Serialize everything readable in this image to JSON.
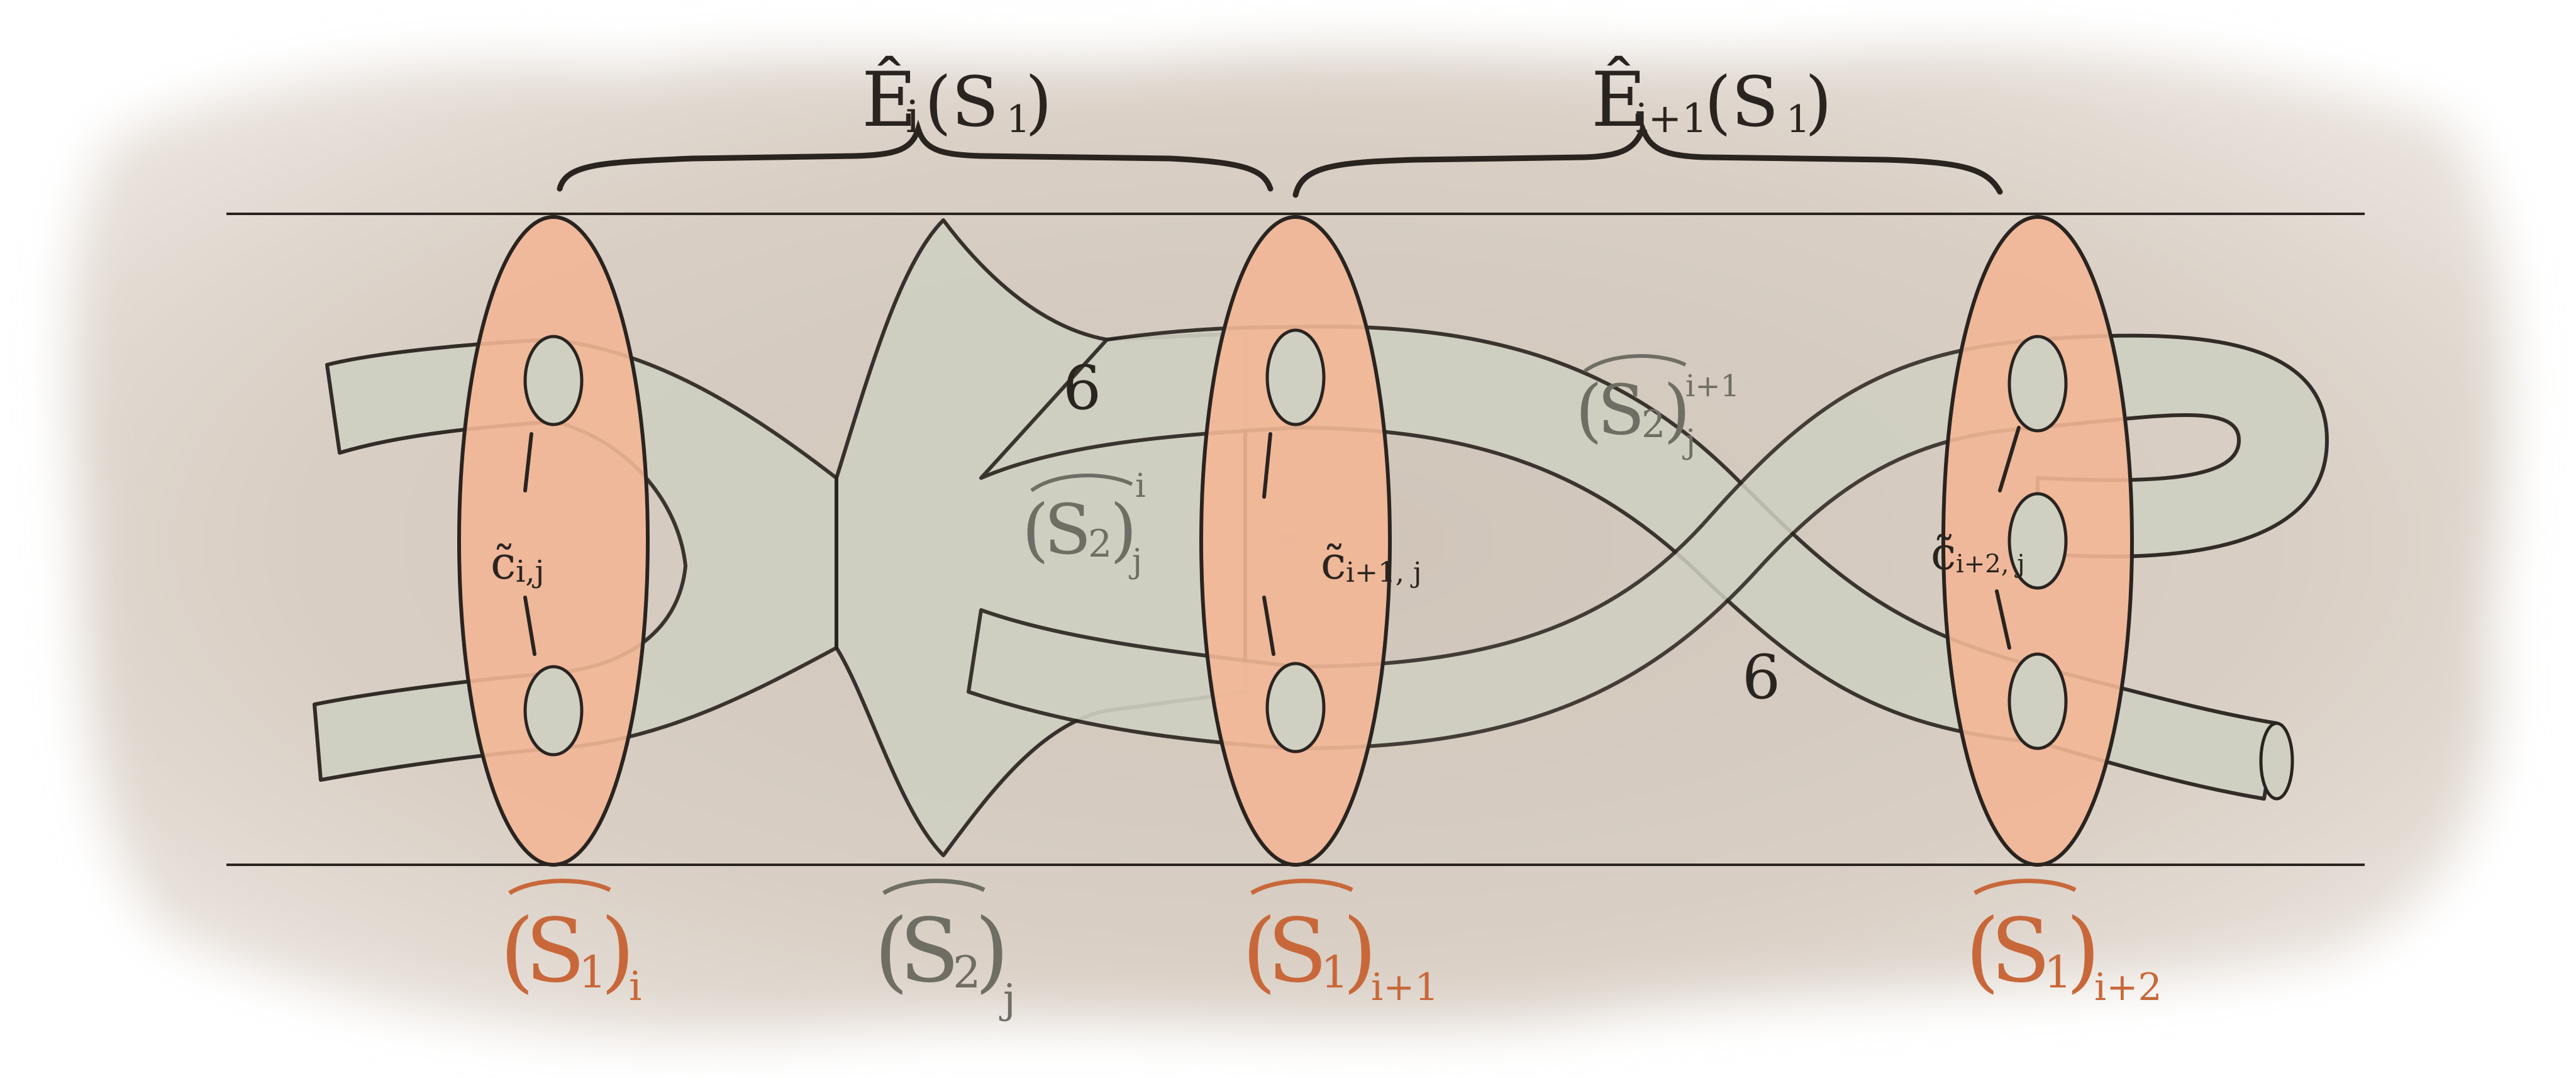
{
  "colors": {
    "background_wash": "#d9cfc5",
    "tube_fill": "#cfd0c2",
    "disk_fill": "#f2b696",
    "stroke": "#2a2420",
    "orange_label": "#c8683a",
    "grey_label": "#6e6e64"
  },
  "braces": {
    "left": "Ê",
    "left_sub": "i",
    "left_arg": "(S",
    "left_arg_sub": "1",
    "left_close": ")",
    "right": "Ê",
    "right_sub": "i+1",
    "right_arg": "(S",
    "right_arg_sub": "1",
    "right_close": ")"
  },
  "disks": [
    {
      "base": "S",
      "idx": "1",
      "sub": "i",
      "curve": "c̃",
      "curve_sub": "i,j"
    },
    {
      "base": "S",
      "idx": "1",
      "sub": "i+1",
      "curve": "c̃",
      "curve_sub": "i+1, j"
    },
    {
      "base": "S",
      "idx": "1",
      "sub": "i+2",
      "curve": "c̃",
      "curve_sub": "i+2, j"
    }
  ],
  "surface_s2": {
    "base": "S",
    "idx": "2",
    "sub": "j"
  },
  "inner_labels": [
    {
      "base": "S",
      "idx": "2",
      "sub": "j",
      "sup": "i"
    },
    {
      "base": "S",
      "idx": "2",
      "sub": "j",
      "sup": "i+1"
    }
  ],
  "handle_marks": [
    "6",
    "6"
  ]
}
